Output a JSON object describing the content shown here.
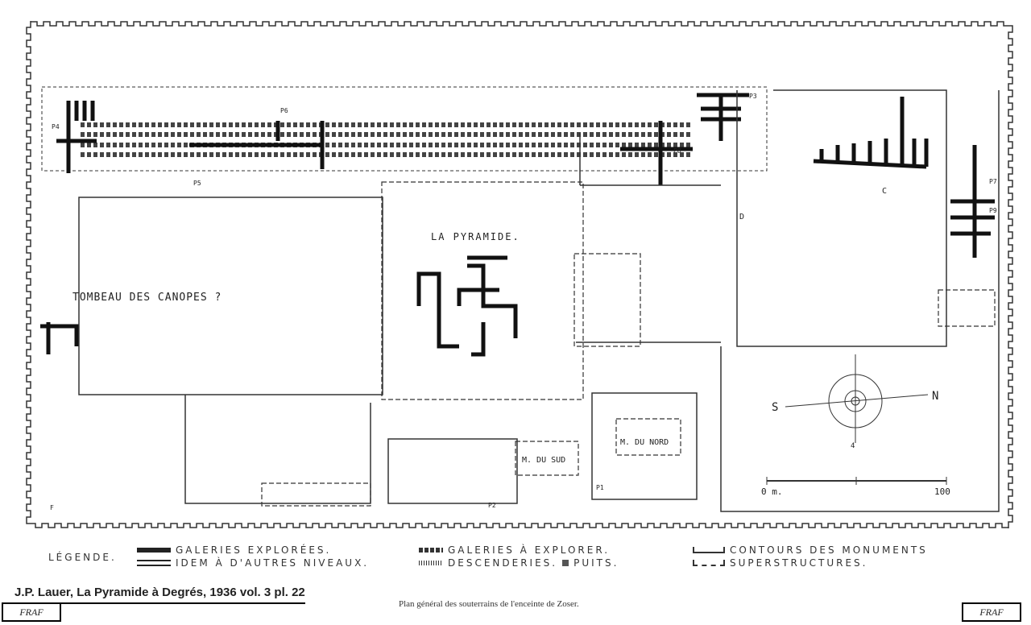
{
  "plan": {
    "labels": {
      "pyramid": "LA PYRAMIDE.",
      "canopic_tomb": "TOMBEAU DES CANOPES ?",
      "south_tomb": "M. DU SUD",
      "north_tomb": "M. DU NORD",
      "c": "C",
      "d": "D",
      "p4": "P4",
      "p6": "P6",
      "p5": "P5",
      "p3": "P3",
      "p8": "P8",
      "p7": "P7",
      "p9": "P9",
      "p2": "P2",
      "p1": "P1",
      "f": "F"
    },
    "compass": {
      "south": "S",
      "north": "N",
      "angle": "4"
    },
    "scale": {
      "start": "0 m.",
      "end": "100"
    }
  },
  "legend": {
    "title": "LÉGENDE.",
    "items": [
      "GALERIES EXPLORÉES.",
      "IDEM À D'AUTRES NIVEAUX.",
      "GALERIES À EXPLORER.",
      "DESCENDERIES.",
      "PUITS.",
      "CONTOURS DES MONUMENTS",
      "SUPERSTRUCTURES."
    ]
  },
  "caption": "J.P. Lauer, La Pyramide à Degrés, 1936 vol. 3 pl. 22",
  "subtitle": "Plan général des souterrains de l'enceinte de Zoser.",
  "logo_text": "FRAF"
}
